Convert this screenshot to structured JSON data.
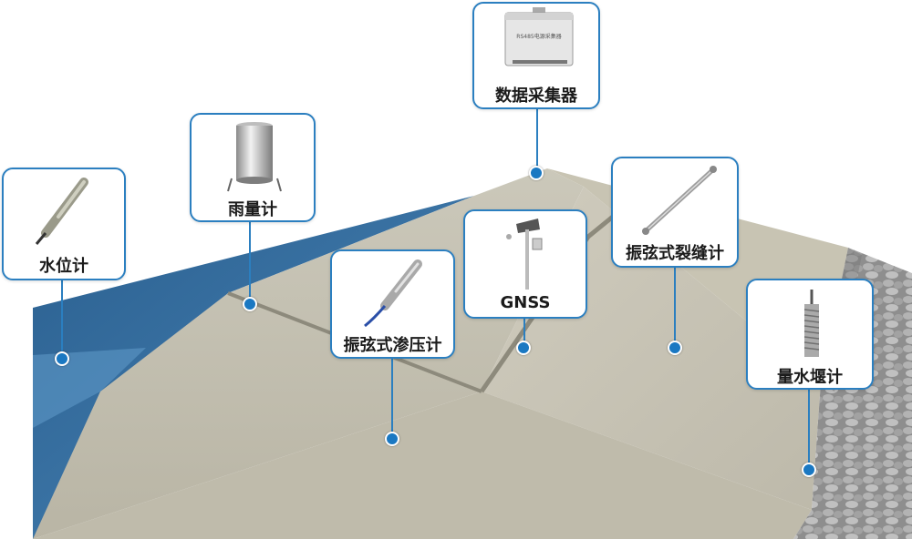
{
  "colors": {
    "accent": "#2b7fc0",
    "dot": "#1a78c2",
    "water": "#2f6a9a",
    "concrete": "#c9c5b6",
    "gabion": "#9a9a9a"
  },
  "sensors": {
    "data_logger": {
      "label": "数据采集器",
      "icon": "data-logger-box-icon",
      "panel_title": "RS485电源采集器"
    },
    "rain_gauge": {
      "label": "雨量计",
      "icon": "rain-gauge-cylinder-icon"
    },
    "water_level": {
      "label": "水位计",
      "icon": "water-level-probe-icon"
    },
    "piezometer": {
      "label": "振弦式渗压计",
      "icon": "piezometer-probe-icon"
    },
    "gnss": {
      "label": "GNSS",
      "icon": "gnss-station-icon"
    },
    "crack_meter": {
      "label": "振弦式裂缝计",
      "icon": "crack-meter-rod-icon"
    },
    "weir_gauge": {
      "label": "量水堰计",
      "icon": "weir-gauge-icon"
    }
  }
}
